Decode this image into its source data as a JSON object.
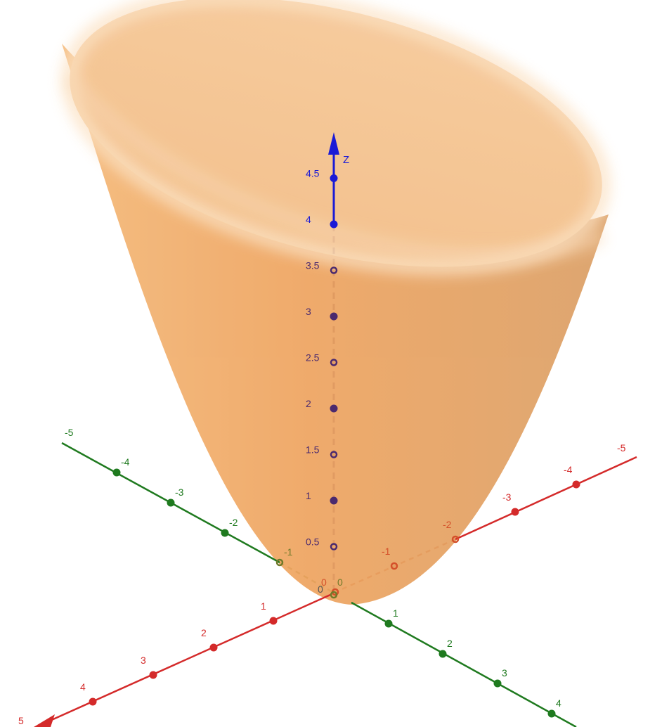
{
  "colors": {
    "surface": "#f2a764",
    "surface_light": "#f7c99a",
    "x_axis": "#d42a2a",
    "y_axis": "#1f7a1f",
    "z_axis": "#1a1ad6",
    "z_axis_hidden": "#4b2a6e"
  },
  "axes": {
    "z_label": "Z",
    "origin_label": "0",
    "x_ticks": [
      "-5",
      "-4",
      "-3",
      "-2",
      "-1",
      "0",
      "1",
      "2",
      "3",
      "4",
      "5"
    ],
    "y_ticks": [
      "-5",
      "-4",
      "-3",
      "-2",
      "-1",
      "0",
      "1",
      "2",
      "3",
      "4"
    ],
    "z_ticks": [
      "0.5",
      "1",
      "1.5",
      "2",
      "2.5",
      "3",
      "3.5",
      "4",
      "4.5"
    ]
  },
  "surface": {
    "shape": "paraboloid",
    "opening": "upward"
  }
}
